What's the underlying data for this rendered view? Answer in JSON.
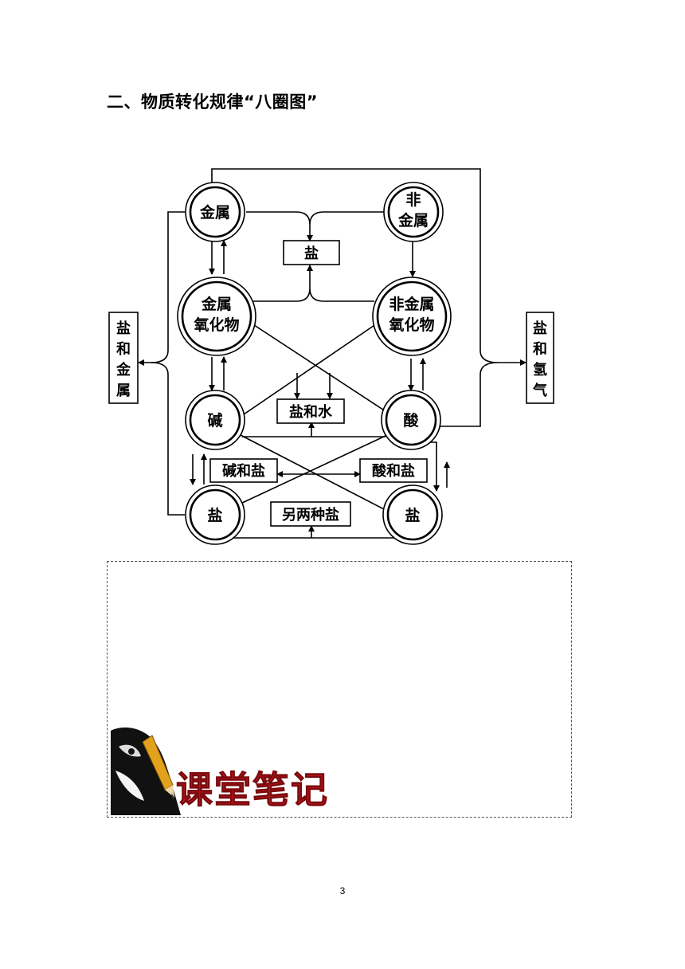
{
  "heading": "二、物质转化规律“八圈图”",
  "nodes": {
    "metal": [
      "金属"
    ],
    "nonmetal": [
      "非",
      "金属"
    ],
    "metal_oxide": [
      "金属",
      "氧化物"
    ],
    "nonmetal_oxide": [
      "非金属",
      "氧化物"
    ],
    "base": [
      "碱"
    ],
    "acid": [
      "酸"
    ],
    "salt_left": [
      "盐"
    ],
    "salt_right": [
      "盐"
    ]
  },
  "products": {
    "salt": "盐",
    "salt_and_water": "盐和水",
    "base_and_salt": "碱和盐",
    "acid_and_salt": "酸和盐",
    "two_other_salts": "另两种盐",
    "salt_and_metal": [
      "盐",
      "和",
      "金",
      "属"
    ],
    "salt_and_hydrogen": [
      "盐",
      "和",
      "氢",
      "气"
    ]
  },
  "notes": {
    "title": "课堂笔记",
    "icon": "pencil-bird-icon"
  },
  "page_number": "3"
}
